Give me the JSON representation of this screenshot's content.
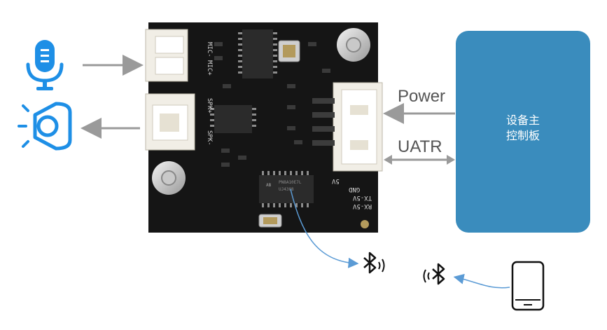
{
  "labels": {
    "power": "Power",
    "uatr": "UATR"
  },
  "main_board": {
    "line1": "设备主",
    "line2": "控制板"
  },
  "pcb_silkscreen": {
    "mic_minus": "MIC-",
    "mic_plus": "MIC+",
    "spk_plus": "SPK+",
    "spk_minus": "SPK-",
    "pin_5v": "5V",
    "pin_gnd": "GND",
    "pin_tx": "TX-5V",
    "pin_rx": "RX-5V",
    "chip_main": "PN8A10E7L",
    "chip_main_sub": "UJ4308"
  },
  "icons": {
    "microphone": "microphone-icon",
    "speaker": "speaker-icon",
    "bluetooth_module": "bluetooth-icon",
    "bluetooth_phone": "bluetooth-icon",
    "phone": "smartphone-icon"
  },
  "colors": {
    "main_board": "#3a8cbd",
    "icon_blue": "#1e8fe6",
    "arrow_gray": "#9a9a9a",
    "bt_link": "#5b9bd5",
    "pcb": "#151515"
  }
}
